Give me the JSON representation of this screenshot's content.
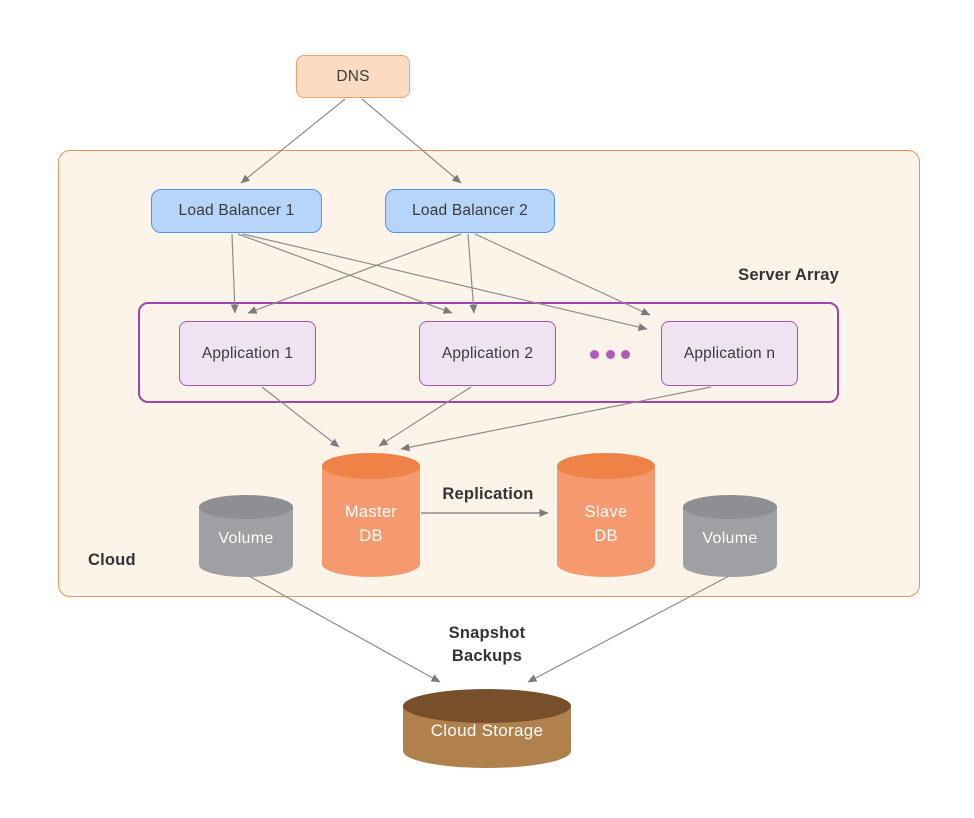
{
  "containers": {
    "cloud": {
      "label": "Cloud"
    },
    "server_array": {
      "label": "Server Array"
    }
  },
  "nodes": {
    "dns": {
      "label": "DNS"
    },
    "lb1": {
      "label": "Load Balancer 1"
    },
    "lb2": {
      "label": "Load Balancer 2"
    },
    "app1": {
      "label": "Application 1"
    },
    "app2": {
      "label": "Application 2"
    },
    "app_n": {
      "label": "Application n"
    },
    "master_db": {
      "lines": [
        "Master",
        "DB"
      ]
    },
    "slave_db": {
      "lines": [
        "Slave",
        "DB"
      ]
    },
    "volume_left": {
      "label": "Volume"
    },
    "volume_right": {
      "label": "Volume"
    },
    "cloud_storage": {
      "label": "Cloud Storage"
    }
  },
  "annotations": {
    "replication": {
      "label": "Replication"
    },
    "snapshot_backups": {
      "lines": [
        "Snapshot",
        "Backups"
      ]
    }
  },
  "icons": {
    "ellipsis": "more-applications-ellipsis-dots"
  },
  "edges": [
    {
      "from": "DNS",
      "to": "Load Balancer 1"
    },
    {
      "from": "DNS",
      "to": "Load Balancer 2"
    },
    {
      "from": "Load Balancer 1",
      "to": "Application 1"
    },
    {
      "from": "Load Balancer 1",
      "to": "Application 2"
    },
    {
      "from": "Load Balancer 1",
      "to": "Application n"
    },
    {
      "from": "Load Balancer 2",
      "to": "Application 1"
    },
    {
      "from": "Load Balancer 2",
      "to": "Application 2"
    },
    {
      "from": "Load Balancer 2",
      "to": "Application n"
    },
    {
      "from": "Application 1",
      "to": "Master DB"
    },
    {
      "from": "Application 2",
      "to": "Master DB"
    },
    {
      "from": "Application n",
      "to": "Master DB"
    },
    {
      "from": "Master DB",
      "to": "Slave DB",
      "label": "Replication"
    },
    {
      "from": "Volume (left)",
      "to": "Cloud Storage",
      "label": "Snapshot Backups"
    },
    {
      "from": "Volume (right)",
      "to": "Cloud Storage",
      "label": "Snapshot Backups"
    }
  ],
  "colors": {
    "canvas_bg": "#ffffff",
    "cloud_fill": "#fcf3e9",
    "cloud_border": "#e8945c",
    "server_array_border": "#a144a8",
    "dns_fill": "#fbdcc2",
    "dns_border": "#f0a26c",
    "lb_fill": "#b7d5f8",
    "lb_border": "#4e94ee",
    "app_fill": "#efe3f2",
    "app_border": "#a855ac",
    "db_body": "#f59a6e",
    "db_top": "#ee8247",
    "volume_body": "#9fa0a4",
    "volume_top": "#8e8f93",
    "storage_body": "#b1814d",
    "storage_top": "#75502b",
    "arrow": "#8d8d8d",
    "dots": "#b35bbb",
    "label_text": "#3a3a3c",
    "cylinder_text": "#fdfdfd"
  }
}
